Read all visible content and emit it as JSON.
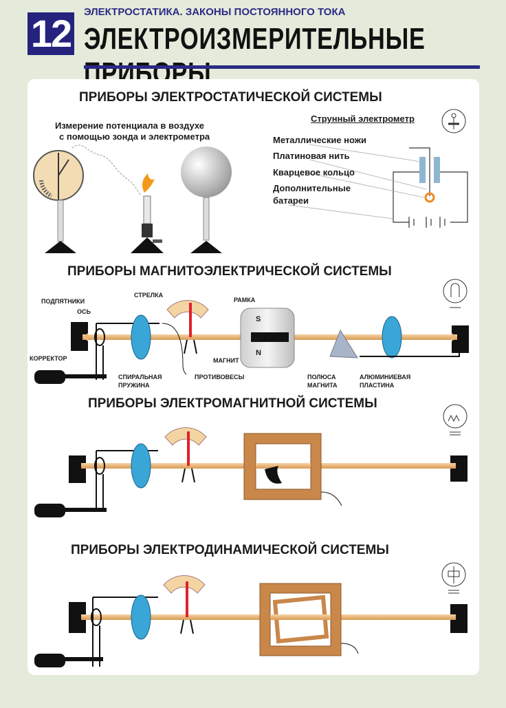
{
  "header": {
    "number": "12",
    "subtitle": "ЭЛЕКТРОСТАТИКА. ЗАКОНЫ ПОСТОЯННОГО ТОКА",
    "title": "ЭЛЕКТРОИЗМЕРИТЕЛЬНЫЕ ПРИБОРЫ"
  },
  "electrostatic": {
    "heading": "ПРИБОРЫ ЭЛЕКТРОСТАТИЧЕСКОЙ СИСТЕМЫ",
    "probe_caption_1": "Измерение потенциала в воздухе",
    "probe_caption_2": "с помощью зонда и электрометра",
    "string_title": "Струнный электрометр",
    "labels": [
      "Металлические ножи",
      "Платиновая нить",
      "Кварцевое кольцо",
      "Дополнительные",
      "батареи"
    ]
  },
  "magnetoelectric": {
    "heading": "ПРИБОРЫ МАГНИТОЭЛЕКТРИЧЕСКОЙ СИСТЕМЫ",
    "labels": {
      "bearings": "ПОДПЯТНИКИ",
      "axis": "ОСЬ",
      "corrector": "КОРРЕКТОР",
      "pointer": "СТРЕЛКА",
      "frame": "РАМКА",
      "magnet": "МАГНИТ",
      "spring_1": "СПИРАЛЬНАЯ",
      "spring_2": "ПРУЖИНА",
      "counterweights": "ПРОТИВОВЕСЫ",
      "poles_1": "ПОЛЮСА",
      "poles_2": "МАГНИТА",
      "plate_1": "АЛЮМИНИЕВАЯ",
      "plate_2": "ПЛАСТИНА",
      "pole_s": "S",
      "pole_n": "N"
    }
  },
  "electromagnetic": {
    "heading": "ПРИБОРЫ ЭЛЕКТРОМАГНИТНОЙ СИСТЕМЫ"
  },
  "electrodynamic": {
    "heading": "ПРИБОРЫ ЭЛЕКТРОДИНАМИЧЕСКОЙ СИСТЕМЫ"
  },
  "colors": {
    "brand": "#2b2a86",
    "axis": "#e9b577",
    "spring": "#3aa6d8",
    "coil": "#c9874a",
    "needle": "#e0202a"
  }
}
